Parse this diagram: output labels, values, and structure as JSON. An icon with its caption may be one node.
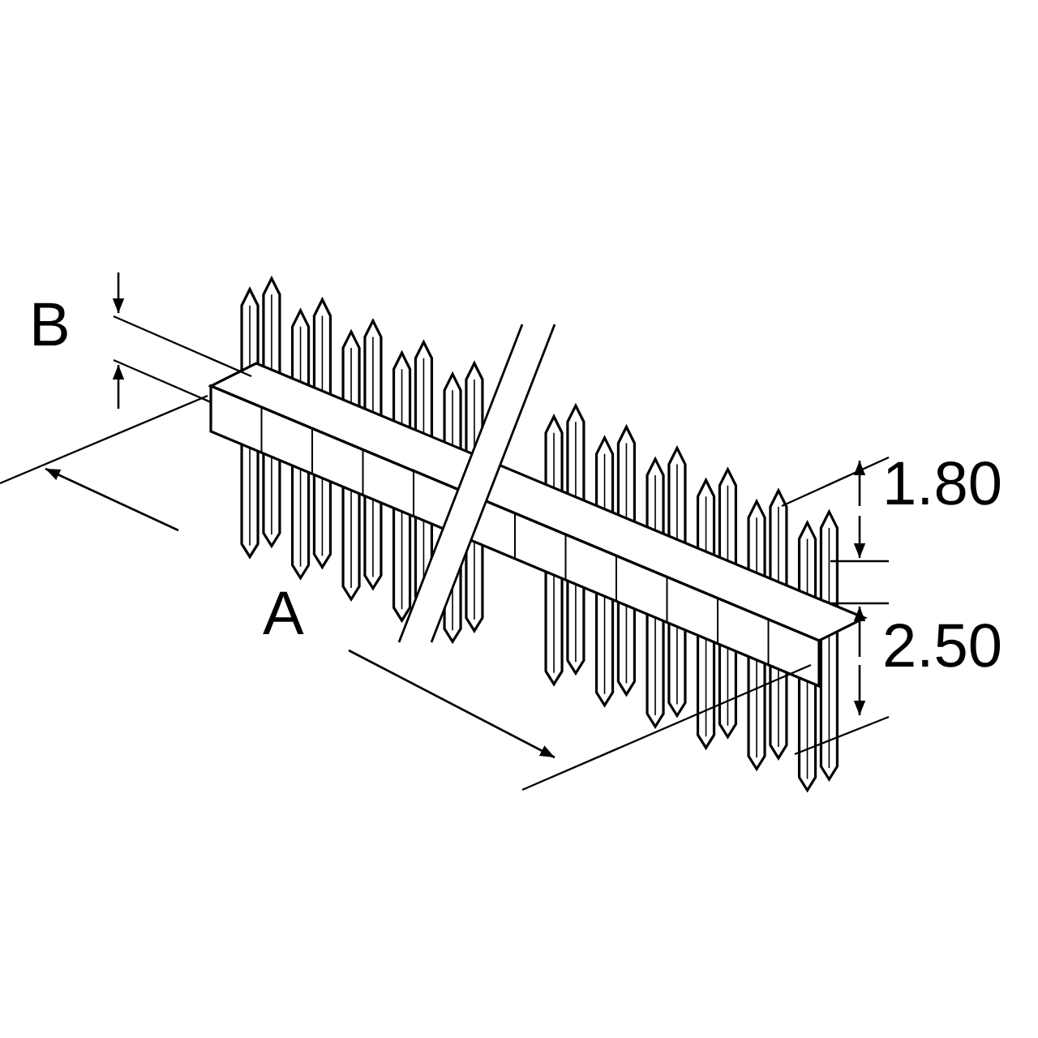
{
  "diagram": {
    "labels": [
      "B",
      "A",
      "1.80",
      "2.50"
    ]
  }
}
